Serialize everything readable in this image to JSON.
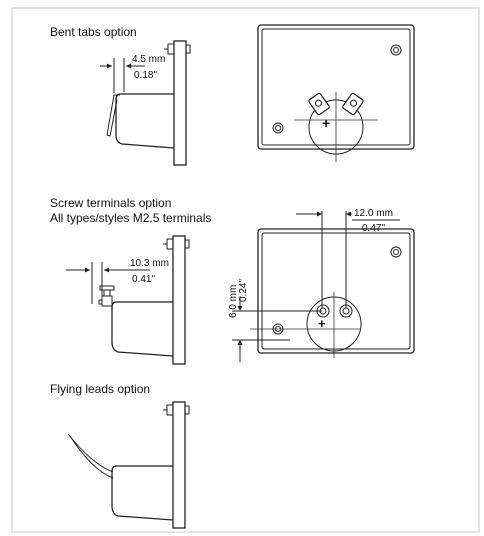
{
  "labels": {
    "bent_tabs": "Bent tabs option",
    "screw_terminals": "Screw terminals option",
    "screw_terminals_sub": "All types/styles M2.5 terminals",
    "flying_leads": "Flying leads option"
  },
  "dimensions": {
    "bent_mm": "4.5 mm",
    "bent_in": "0.18\"",
    "screw_side_mm": "10.3 mm",
    "screw_side_in": "0.41\"",
    "screw_top_mm": "12.0 mm",
    "screw_top_in": "0.47\"",
    "screw_vert_mm": "6.0 mm",
    "screw_vert_in": "0.24\""
  },
  "colors": {
    "line": "#222222",
    "frame": "#c8c8c8"
  }
}
